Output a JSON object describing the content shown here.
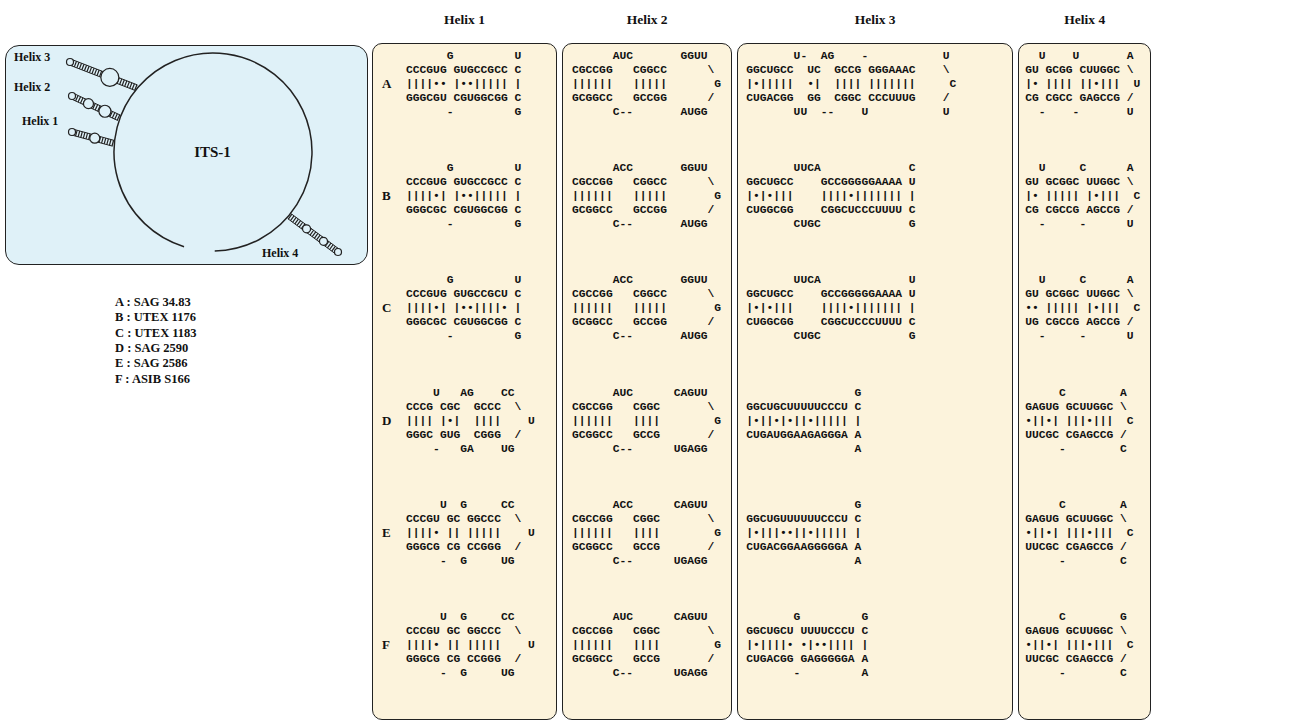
{
  "diagram": {
    "nodes": [
      {
        "text": [
          "Helix 3",
          "Helix 2",
          "Helix 1",
          "Helix 4"
        ]
      },
      {
        "text": [
          "ITS-1"
        ],
        "in": 0
      },
      {
        "text": [
          "Helix 1"
        ]
      },
      {
        "text": [
          "Helix 2"
        ]
      },
      {
        "text": [
          "Helix 3"
        ]
      },
      {
        "text": [
          "Helix 4"
        ]
      }
    ],
    "labels": [
      "A : SAG 34.83",
      "B : UTEX 1176",
      "C : UTEX 1183",
      "D : SAG 2590",
      "E : SAG 2586",
      "F : ASIB S166",
      "A",
      "B",
      "C",
      "D",
      "E",
      "F",
      "      G         U",
      "CCCGUG GUGCCGCC C",
      "||||•• |••||||| |",
      "GGGCGU CGUGGCGG C",
      "      -         G",
      "      G         U",
      "CCCGUG GUGCCGCC C",
      "||||•| |••||||| |",
      "GGGCGC CGUGGCGG C",
      "      -         G",
      "      G         U",
      "CCCGUG GUGCCGCU C",
      "||||•| |••||||• |",
      "GGGCGC CGUGGCGG C",
      "      -         G",
      "    U   AG    CC",
      "CCCG CGC  GCCC  \\",
      "|||| |•|  ||||    U",
      "GGGC GUG  CGGG  /",
      "    -   GA    UG",
      "     U  G     CC",
      "CCCGU GC GGCCC  \\",
      "||||• || |||||    U",
      "GGGCG CG CCGGG  /",
      "     -  G     UG",
      "     U  G     CC",
      "CCCGU GC GGCCC  \\",
      "||||• || |||||    U",
      "GGGCG CG CCGGG  /",
      "     -  G     UG",
      "      AUC       GGUU",
      "CGCCGG   CGGCC      \\",
      "||||||   |||||       G",
      "GCGGCC   GCCGG      /",
      "      C--       AUGG",
      "      ACC       GGUU",
      "CGCCGG   CGGCC      \\",
      "||||||   |||||       G",
      "GCGGCC   GCCGG      /",
      "      C--       AUGG",
      "      ACC       GGUU",
      "CGCCGG   CGGCC      \\",
      "||||||   |||||       G",
      "GCGGCC   GCCGG      /",
      "      C--       AUGG",
      "      AUC      CAGUU",
      "CGCCGG   CGGC       \\",
      "||||||   ||||        G",
      "GCGGCC   GCCG       /",
      "      C--      UGAGG",
      "      ACC      CAGUU",
      "CGCCGG   CGGC       \\",
      "||||||   ||||        G",
      "GCGGCC   GCCG       /",
      "      C--      UGAGG",
      "      AUC      CAGUU",
      "CGCCGG   CGGC       \\",
      "||||||   ||||        G",
      "GCGGCC   GCCG       /",
      "      C--      UGAGG",
      "       U-  AG    -           U",
      "GGCUGCC  UC  GCCG GGGAAAC    \\",
      "|•|||||  •|  |||| |||||||     C",
      "CUGACGG  GG  CGGC CCCUUUG    /",
      "       UU  --    U           U",
      "       UUCA             C",
      "GGCUGCC    GCCGGGGGAAAA U",
      "|•|•|||    ||||•||||||| |",
      "CUGGCGG    CGGCUCCCUUUU C",
      "       CUGC             G",
      "       UUCA             U",
      "GGCUGCC    GCCGGGGGAAAA U",
      "|•|•|||    ||||•||||||| |",
      "CUGGCGG    CGGCUCCCUUUU C",
      "       CUGC             G",
      "                G",
      "GGCUGCUUUUUCCCU C",
      "|•||•|•||•||||| |",
      "CUGAUGGAAGAGGGA A",
      "                A",
      "                G",
      "GGCUGUUUUUUCCCU C",
      "|•|||••||•||||| |",
      "CUGACGGAAGGGGGA A",
      "                A",
      "       G         G",
      "GGCUGCU UUUUCCCU C",
      "|•||||• •|••|||| |",
      "CUGACGG GAGGGGGA A",
      "       -         A",
      "  U    U       A",
      "GU GCGG CUUGGC \\",
      "|• |||| ||•|||  U",
      "CG CGCC GAGCCG /",
      "  -    -       U",
      "  U     C      A",
      "GU GCGGC UUGGC \\",
      "|• ||||| |•|||  C",
      "CG CGCCG AGCCG /",
      "  -     -      U",
      "  U     C      A",
      "GU GCGGC UUGGC \\",
      "•• ||||| |•|||  C",
      "UG CGCCG AGCCG /",
      "  -     -      U",
      "     C        A",
      "GAGUG GCUUGGC \\",
      "•||•| |||•|||  C",
      "UUCGC CGAGCCG /",
      "     -        C",
      "     C        A",
      "GAGUG GCUUGGC \\",
      "•||•| |||•|||  C",
      "UUCGC CGAGCCG /",
      "     -        C",
      "     C        G",
      "GAGUG GCUUGGC \\",
      "•||•| |||•|||  C",
      "UUCGC CGAGCCG /",
      "     -        C"
    ]
  }
}
